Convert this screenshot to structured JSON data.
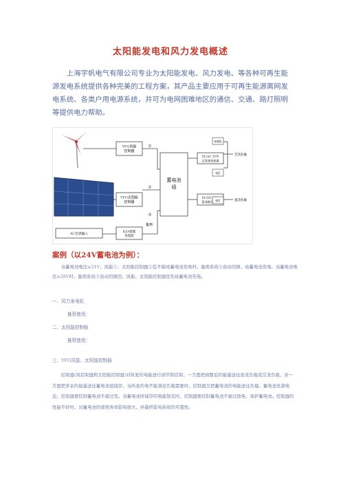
{
  "title": "太阳能发电和风力发电概述",
  "intro": "上海宇帆电气有限公司专业为太阳能发电、风力发电、等各种可再生能源发电系统提供各种完美的工程方案，其产品主要应用于可再生能源离网发电系统、各类户用电源系统，并可为电网困难地区的通信、交通、路灯照明等提供电力帮助。",
  "diagram": {
    "wind_controller": [
      "YFG风能",
      "控制器"
    ],
    "solar_controller": [
      "YFG太阳能",
      "控制器"
    ],
    "battery": [
      "蓄电池",
      "组"
    ],
    "inverter": [
      "DC/AC YFN",
      "正弦波逆变器"
    ],
    "converter": [
      "DC/DC YFK",
      "直流稳压电源"
    ],
    "charger": [
      "KZA智能",
      "充电机"
    ],
    "ac_input": "AC交流输入",
    "loads": [
      "电视机",
      "空调",
      "电灯",
      "电灯"
    ],
    "ac_load": "交流负载",
    "dc_load": "直流负载",
    "circle_labels": [
      "①",
      "②",
      "③"
    ],
    "backup_label": "备用"
  },
  "case_title": "案例（以24V蓄电池为例）：",
  "case_body": "当蓄电池电压≤21V，风能①、太阳能控制器②在不能给蓄电池充电时，备用系统③自动切换，给蓄电池充电。当蓄电池电压≥28V时，备用系统③自动切换回，风能、太阳能控制器优先给蓄电池充电。",
  "sections": {
    "s1": "一、风力发电机",
    "s1_rec": "推荐使用：",
    "s2": "二、太阳能控制板",
    "s2_rec": "推荐使用：",
    "s3": "三、YFG风能、太阳能控制器",
    "s3_body": "控制器(风控制器和太阳能控制器)对所发的电能进行调节和控制，一方面把调整后的能量送往直流负载或交流负载，另一方面把多余的能量送往蓄电池组储存，当所发的电不能满足负载需要时，控制器又把蓄电池的电能送往负载。蓄电池充满电后，控制器要控制蓄电池不被过充。当蓄电池所储存的电能放完时，控制器要控制蓄电池不被过放电，保护蓄电池。控制器的性能不好时，对蓄电池的使用寿命影响很大，并最终影响系统的可靠性。"
  }
}
